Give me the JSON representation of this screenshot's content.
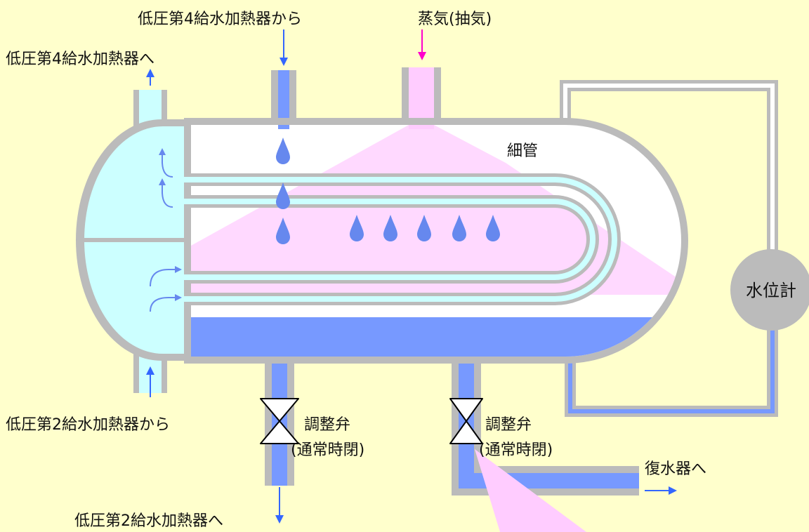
{
  "labels": {
    "lp4_from": "低圧第4給水加熱器から",
    "steam": "蒸気(抽気)",
    "lp4_to": "低圧第4給水加熱器へ",
    "tubes": "細管",
    "level_gauge": "水位計",
    "lp2_from": "低圧第2給水加熱器から",
    "valve_left_name": "調整弁",
    "valve_left_state": "(通常時閉)",
    "valve_right_name": "調整弁",
    "valve_right_state": "(通常時閉)",
    "condenser": "復水器へ",
    "lp2_to": "低圧第2給水加熱器へ"
  },
  "colors": {
    "background": "#FFFFCC",
    "shell": "#BBBBBB",
    "water": "#7799FF",
    "feedwater": "#CCFFFF",
    "steam": "#FFCCFF",
    "steam_arrow": "#FF00CC",
    "arrow": "#3366FF",
    "gauge": "#BBBBBB"
  }
}
